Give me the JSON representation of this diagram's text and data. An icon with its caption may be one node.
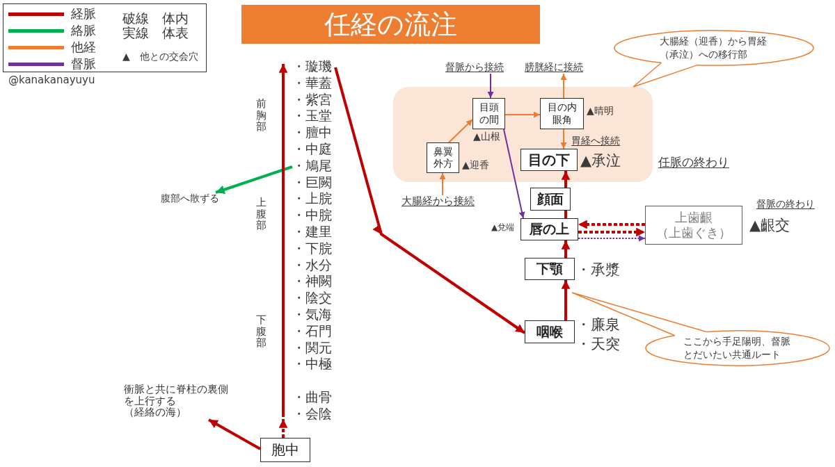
{
  "diagram": {
    "title": "任経の流注",
    "nodes": [
      {
        "text": [
          "・璇璣"
        ]
      },
      {
        "text": [
          "・鳩尾"
        ]
      },
      {
        "text": [
          "腹部へ散ずる"
        ]
      },
      {
        "text": [
          "衝脈と共に脊柱の裏側を上行する",
          "（経絡の海）"
        ]
      },
      {
        "text": [
          "胞中"
        ]
      },
      {
        "text": [
          "督脈から接続"
        ]
      },
      {
        "text": [
          "膀胱経に接続"
        ]
      },
      {
        "text": [
          "大腸経（迎香）から胃経（承泣）への移行部"
        ]
      },
      {
        "text": [],
        "shape": "box"
      },
      {
        "text": [
          "目頭の間"
        ],
        "in": 8,
        "beside": [
          "▲山根"
        ]
      },
      {
        "text": [
          "目の内眼角"
        ],
        "in": 8,
        "beside": [
          "▲晴明"
        ]
      },
      {
        "text": [
          "鼻翼外方"
        ],
        "in": 8,
        "beside": [
          "▲迎香"
        ]
      },
      {
        "text": [
          "目の下"
        ],
        "in": 8,
        "beside": [
          "▲承泣",
          "任脈の終わり"
        ]
      },
      {
        "text": [
          "大腸経から接続"
        ]
      },
      {
        "text": [
          "顔面"
        ]
      },
      {
        "text": [
          "唇の上"
        ],
        "beside": [
          "▲兌端"
        ]
      },
      {
        "text": [
          "上歯齦",
          "（上歯ぐき）"
        ],
        "beside": [
          "督脈の終わり",
          "▲齦交"
        ]
      },
      {
        "text": [
          "下顎"
        ],
        "beside": [
          "・承漿"
        ]
      },
      {
        "text": [
          "咽喉"
        ],
        "beside": [
          "・廉泉",
          "・天突"
        ]
      },
      {
        "text": [
          "ここから手足陽明、督脈とだいたい共通ルート"
        ]
      },
      {
        "text": [
          "・会陰"
        ]
      }
    ],
    "edges": [
      {
        "from": 4,
        "to": 20,
        "arrow": "to",
        "style": "dashed"
      },
      {
        "from": 4,
        "to": 3,
        "arrow": "to"
      },
      {
        "from": 1,
        "to": 2,
        "arrow": "to",
        "color": "#00b050"
      },
      {
        "from": 0,
        "to": 18,
        "arrow": "to"
      },
      {
        "from": 18,
        "to": 17,
        "arrow": "to"
      },
      {
        "from": 17,
        "to": 15,
        "arrow": "to"
      },
      {
        "from": 15,
        "to": 14,
        "arrow": "none"
      },
      {
        "from": 14,
        "to": 12,
        "arrow": "to"
      },
      {
        "from": 16,
        "to": 15,
        "arrow": "to",
        "style": "dashed"
      },
      {
        "from": 15,
        "to": 16,
        "arrow": "to",
        "style": "dashed"
      },
      {
        "from": 15,
        "to": 16,
        "arrow": "to",
        "style": "dashed",
        "color": "#7030a0"
      },
      {
        "from": 5,
        "to": 9,
        "arrow": "to",
        "color": "#7030a0"
      },
      {
        "from": 9,
        "to": 15,
        "arrow": "to",
        "color": "#7030a0"
      },
      {
        "from": 13,
        "to": 11,
        "arrow": "to",
        "color": "#ed7d31"
      },
      {
        "from": 11,
        "to": 9,
        "arrow": "to",
        "color": "#ed7d31"
      },
      {
        "from": 9,
        "to": 10,
        "arrow": "to",
        "color": "#ed7d31"
      },
      {
        "from": 10,
        "to": 6,
        "arrow": "to",
        "color": "#ed7d31"
      },
      {
        "from": 10,
        "to": 12,
        "arrow": "to",
        "color": "#ed7d31",
        "label": "胃経へ接続"
      },
      {
        "from": 7,
        "to": 8,
        "arrow": "none",
        "color": "#ed7d31"
      },
      {
        "from": 19,
        "to": null,
        "arrow": "none",
        "color": "#ed7d31"
      },
      {
        "from": 20,
        "to": 0,
        "arrow": "to"
      }
    ],
    "labels": [
      "@kanakanayuyu",
      "・華蓋",
      "・紫宮",
      "・玉堂",
      "・膻中",
      "・中庭",
      "・巨闕",
      "・上脘",
      "・中脘",
      "・建里",
      "・下脘",
      "・水分",
      "・神闕",
      "・陰交",
      "・気海",
      "・石門",
      "・関元",
      "・中極",
      "・曲骨",
      "前胸部",
      "上腹部",
      "下腹部"
    ],
    "legend": [
      {
        "text": "経脈",
        "color": "#c00000"
      },
      {
        "text": "絡脈",
        "color": "#00b050"
      },
      {
        "text": "他経",
        "color": "#ed7d31"
      },
      {
        "text": "督脈",
        "color": "#7030a0"
      },
      {
        "text": "破線　体内"
      },
      {
        "text": "実線　体表"
      },
      {
        "text": "▲　他との交会穴"
      }
    ]
  }
}
